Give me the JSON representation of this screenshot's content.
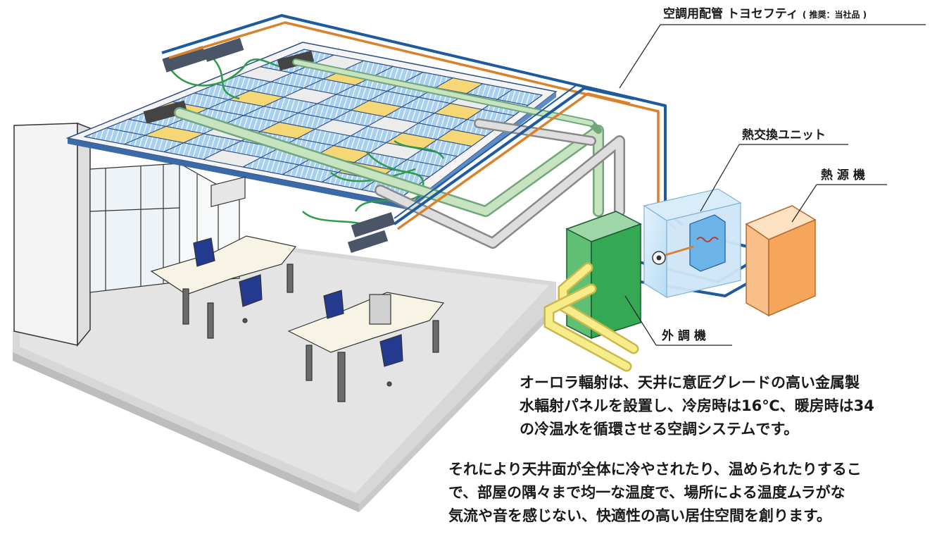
{
  "labels": {
    "piping_main": "空調用配管 トヨセフティ",
    "piping_note": "( 推奨：当社品 )",
    "heat_exchanger": "熱交換ユニット",
    "heat_source": "熱 源 機",
    "outdoor_unit": "外 調 機"
  },
  "description": {
    "paragraph1": [
      "オーロラ輻射は、天井に意匠グレードの高い金属製",
      "水輻射パネルを設置し、冷房時は16℃、暖房時は34",
      "の冷温水を循環させる空調システムです。"
    ],
    "paragraph2": [
      "それにより天井面が全体に冷やされたり、温められたりするこ",
      "で、部屋の隅々まで均一な温度で、場所による温度ムラがな",
      "気流や音を感じない、快適性の高い居住空間を創ります。"
    ]
  },
  "colors": {
    "panel_blue": "#9cc8ec",
    "panel_yellow": "#f5d776",
    "pipe_blue": "#1e5a9c",
    "pipe_orange": "#d9822b",
    "duct_green": "#c8e3c0",
    "duct_gray": "#d8d8d8",
    "outdoor_unit_green": "#4caf6a",
    "heat_source_orange": "#f7b87a",
    "floor_gray": "#dcdcdc"
  }
}
